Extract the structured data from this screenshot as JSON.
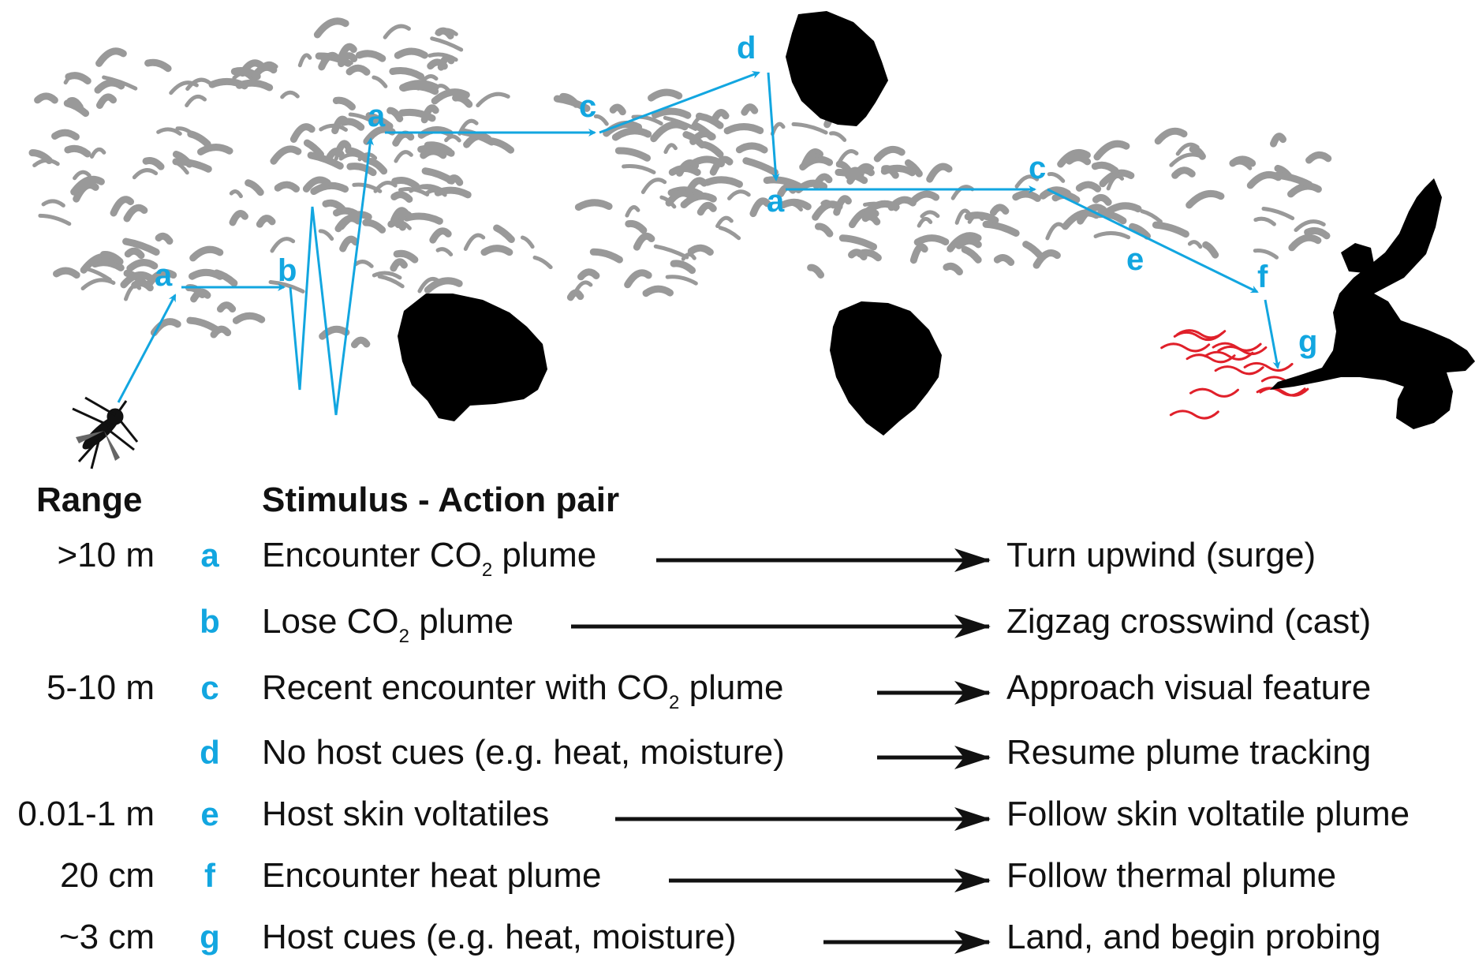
{
  "colors": {
    "path": "#12a6e0",
    "plume": "#999999",
    "heat": "#e0202a",
    "silhouette": "#000000",
    "text": "#111111"
  },
  "icons": [
    "mosquito-icon",
    "human-silhouette-icon",
    "obstacle-rock-icon"
  ],
  "path_labels": [
    {
      "id": "a1",
      "letter": "a"
    },
    {
      "id": "b1",
      "letter": "b"
    },
    {
      "id": "a2",
      "letter": "a"
    },
    {
      "id": "c1",
      "letter": "c"
    },
    {
      "id": "d1",
      "letter": "d"
    },
    {
      "id": "a3",
      "letter": "a"
    },
    {
      "id": "c2",
      "letter": "c"
    },
    {
      "id": "e1",
      "letter": "e"
    },
    {
      "id": "f1",
      "letter": "f"
    },
    {
      "id": "g1",
      "letter": "g"
    }
  ],
  "table": {
    "range_header": "Range",
    "pair_header": "Stimulus - Action pair",
    "rows": [
      {
        "range": ">10 m",
        "key": "a",
        "stimulus_pre": "Encounter CO",
        "stimulus_sub": "2",
        "stimulus_post": " plume",
        "action": "Turn upwind (surge)"
      },
      {
        "range": "",
        "key": "b",
        "stimulus_pre": "Lose CO",
        "stimulus_sub": "2",
        "stimulus_post": " plume",
        "action": "Zigzag crosswind (cast)"
      },
      {
        "range": "5-10 m",
        "key": "c",
        "stimulus_pre": "Recent encounter with CO",
        "stimulus_sub": "2",
        "stimulus_post": " plume",
        "action": "Approach visual feature"
      },
      {
        "range": "",
        "key": "d",
        "stimulus_pre": "No host cues (e.g. heat, moisture)",
        "stimulus_sub": "",
        "stimulus_post": "",
        "action": "Resume plume tracking"
      },
      {
        "range": "0.01-1 m",
        "key": "e",
        "stimulus_pre": "Host skin voltatiles",
        "stimulus_sub": "",
        "stimulus_post": "",
        "action": "Follow skin voltatile plume"
      },
      {
        "range": "20 cm",
        "key": "f",
        "stimulus_pre": "Encounter heat plume",
        "stimulus_sub": "",
        "stimulus_post": "",
        "action": "Follow thermal plume"
      },
      {
        "range": "~3 cm",
        "key": "g",
        "stimulus_pre": "Host cues (e.g. heat, moisture)",
        "stimulus_sub": "",
        "stimulus_post": "",
        "action": "Land, and begin probing"
      }
    ]
  }
}
